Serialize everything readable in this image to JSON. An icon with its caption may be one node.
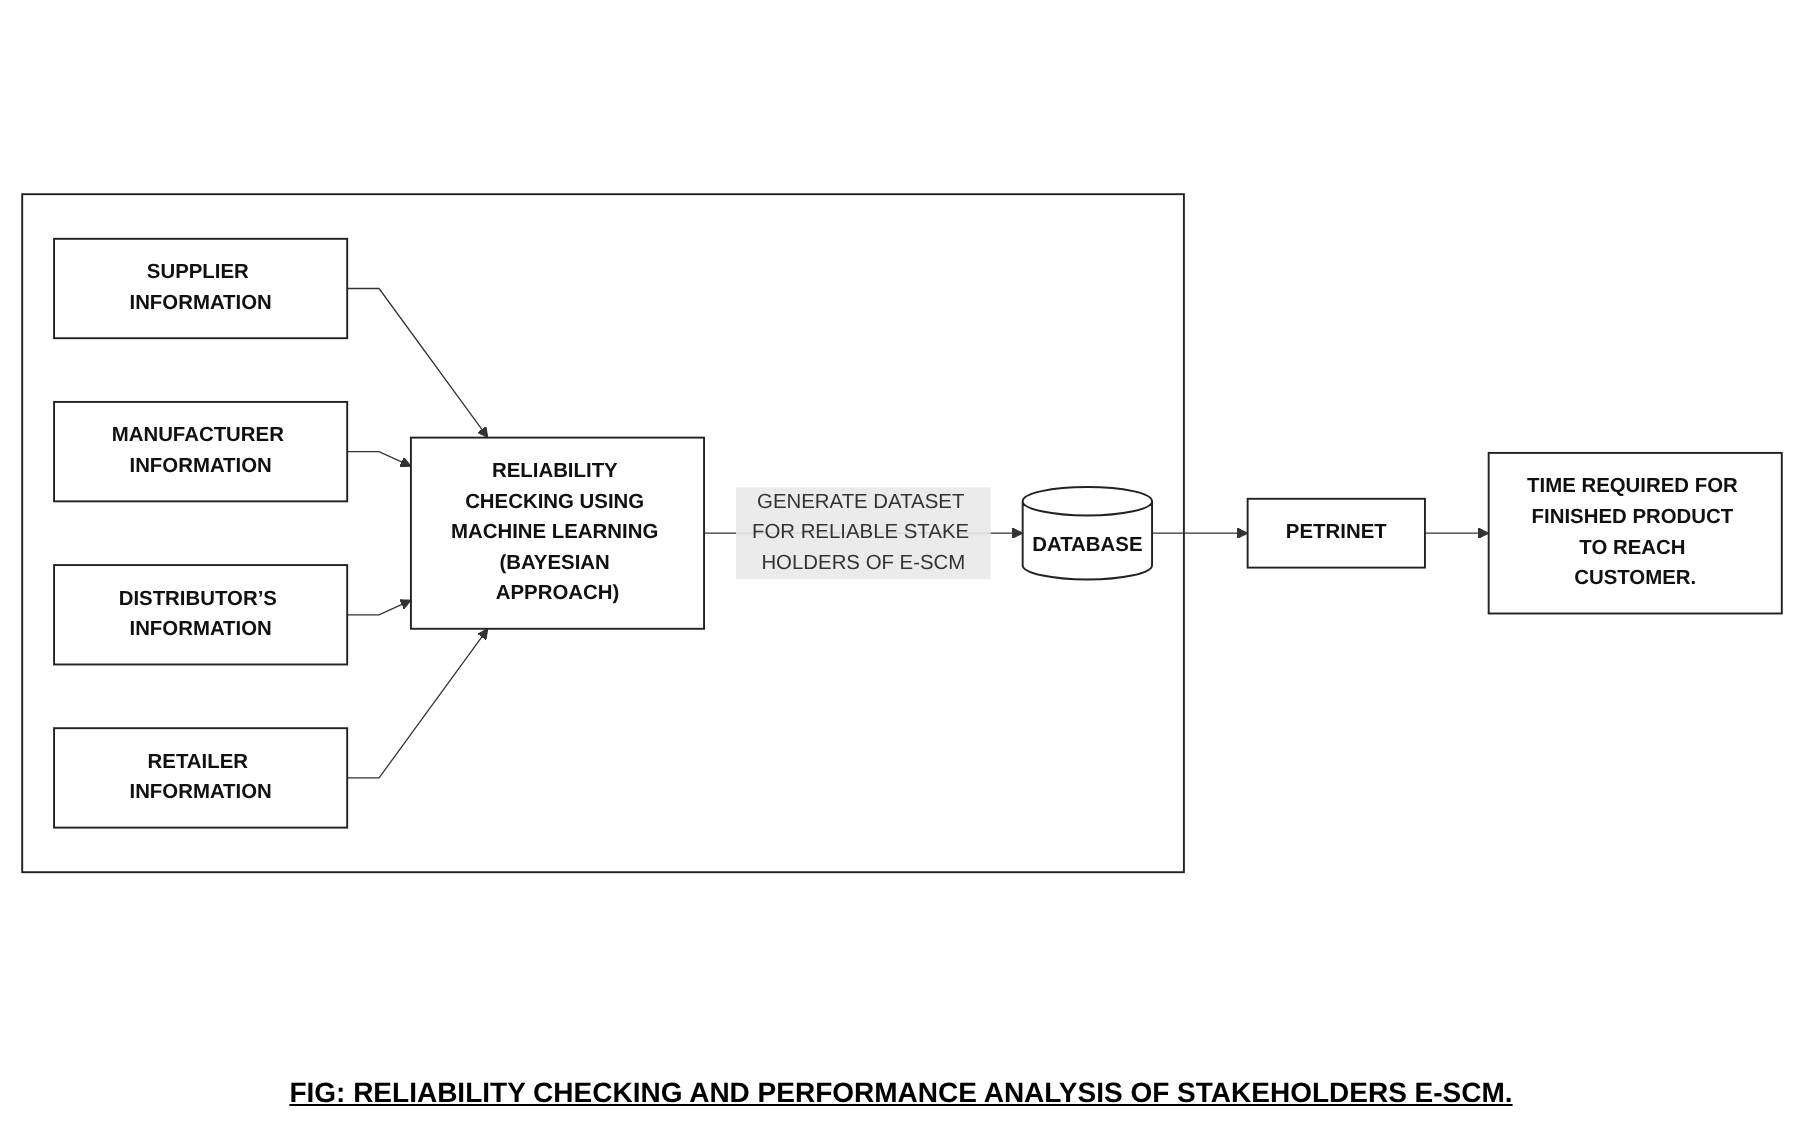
{
  "diagram": {
    "caption": "FIG: RELIABILITY CHECKING AND PERFORMANCE ANALYSIS OF STAKEHOLDERS E-SCM.",
    "nodes": [
      {
        "text": [],
        "shape": "box"
      },
      {
        "text": [
          "SUPPLIER INFORMATION"
        ],
        "in": 0
      },
      {
        "text": [
          "MANUFACTURER INFORMATION"
        ],
        "in": 0
      },
      {
        "text": [
          "DISTRIBUTOR’S INFORMATION"
        ],
        "in": 0
      },
      {
        "text": [
          "RETAILER INFORMATION"
        ],
        "in": 0
      },
      {
        "text": [
          "RELIABILITY CHECKING USING MACHINE LEARNING (BAYESIAN APPROACH)"
        ],
        "in": 0
      },
      {
        "text": [
          "DATABASE"
        ],
        "in": 0
      },
      {
        "text": [
          "PETRINET"
        ]
      },
      {
        "text": [
          "TIME REQUIRED FOR FINISHED PRODUCT TO REACH CUSTOMER."
        ]
      }
    ],
    "edges": [
      {
        "from": 1,
        "to": 5,
        "arrow": "to"
      },
      {
        "from": 2,
        "to": 5,
        "arrow": "to"
      },
      {
        "from": 3,
        "to": 5,
        "arrow": "to"
      },
      {
        "from": 4,
        "to": 5,
        "arrow": "to"
      },
      {
        "from": 5,
        "to": 6,
        "label": "GENERATE DATASET FOR RELIABLE STAKE HOLDERS OF E-SCM",
        "arrow": "to"
      },
      {
        "from": 6,
        "to": 7,
        "arrow": "to"
      },
      {
        "from": 7,
        "to": 8,
        "arrow": "to"
      }
    ]
  }
}
